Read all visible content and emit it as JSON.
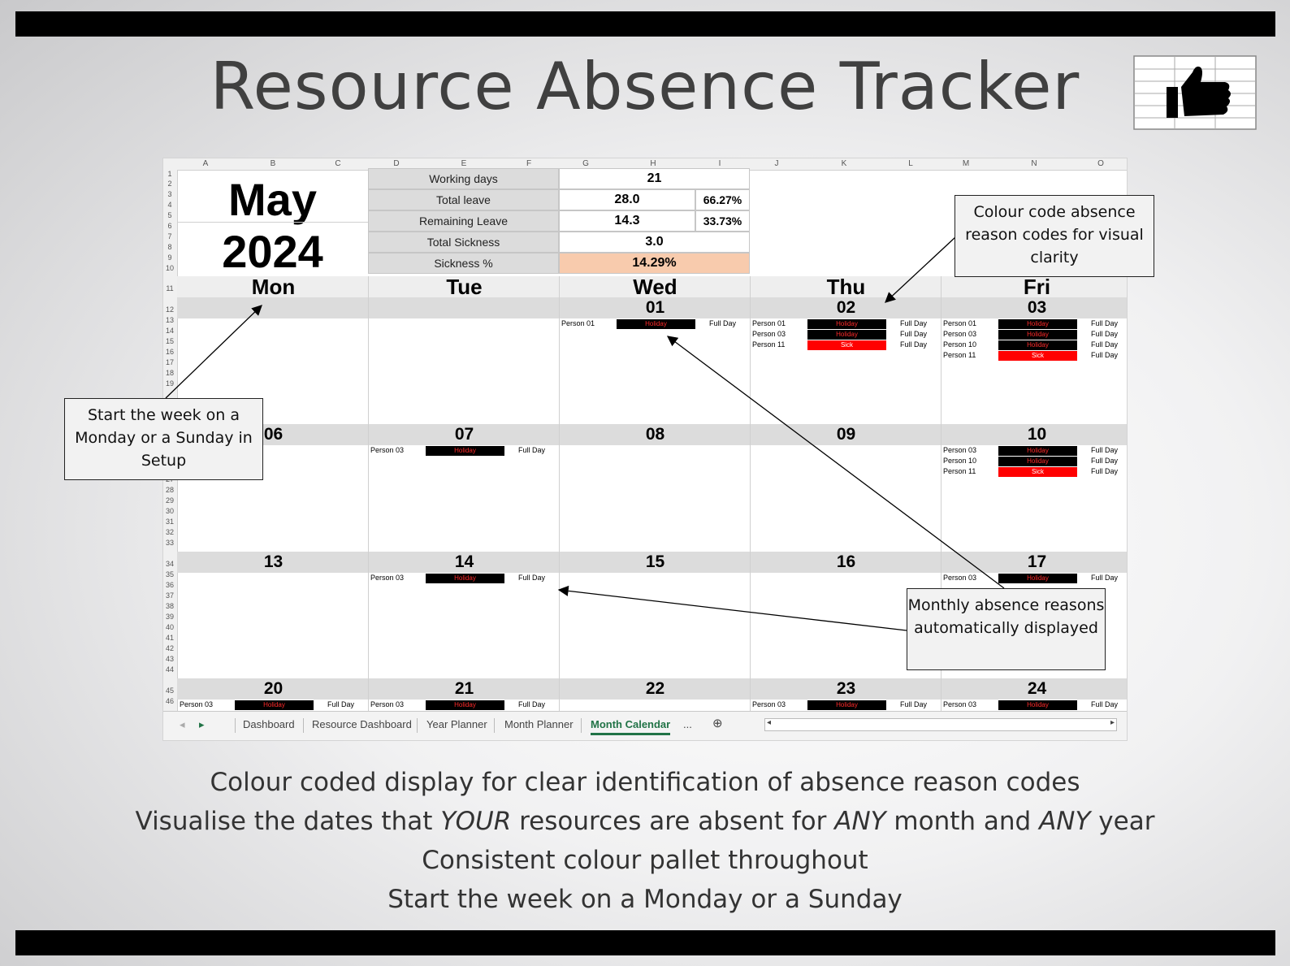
{
  "title": "Resource Absence Tracker",
  "sheet": {
    "columns": [
      "A",
      "B",
      "C",
      "D",
      "E",
      "F",
      "G",
      "H",
      "I",
      "J",
      "K",
      "L",
      "M",
      "N",
      "O"
    ],
    "rows": [
      "1",
      "2",
      "3",
      "4",
      "5",
      "6",
      "7",
      "8",
      "9",
      "10",
      "11",
      "12",
      "13",
      "14",
      "15",
      "16",
      "17",
      "18",
      "19",
      "27",
      "28",
      "29",
      "30",
      "31",
      "32",
      "33",
      "34",
      "35",
      "36",
      "37",
      "38",
      "39",
      "40",
      "41",
      "42",
      "43",
      "44",
      "45",
      "46"
    ],
    "month": "May",
    "year": "2024",
    "stats": {
      "working_days_label": "Working days",
      "working_days": "21",
      "total_leave_label": "Total leave",
      "total_leave": "28.0",
      "total_leave_pct": "66.27%",
      "remaining_leave_label": "Remaining Leave",
      "remaining_leave": "14.3",
      "remaining_leave_pct": "33.73%",
      "total_sickness_label": "Total Sickness",
      "total_sickness": "3.0",
      "sickness_pct_label": "Sickness %",
      "sickness_pct": "14.29%"
    },
    "days": [
      "Mon",
      "Tue",
      "Wed",
      "Thu",
      "Fri"
    ],
    "weeks": [
      [
        "",
        "",
        "01",
        "02",
        "03"
      ],
      [
        "06",
        "07",
        "08",
        "09",
        "10"
      ],
      [
        "13",
        "14",
        "15",
        "16",
        "17"
      ],
      [
        "20",
        "21",
        "22",
        "23",
        "24"
      ]
    ],
    "entries": {
      "w1_wed": [
        {
          "p": "Person 01",
          "c": "Holiday",
          "d": "Full Day"
        }
      ],
      "w1_thu": [
        {
          "p": "Person 01",
          "c": "Holiday",
          "d": "Full Day"
        },
        {
          "p": "Person 03",
          "c": "Holiday",
          "d": "Full Day"
        },
        {
          "p": "Person 11",
          "c": "Sick",
          "d": "Full Day"
        }
      ],
      "w1_fri": [
        {
          "p": "Person 01",
          "c": "Holiday",
          "d": "Full Day"
        },
        {
          "p": "Person 03",
          "c": "Holiday",
          "d": "Full Day"
        },
        {
          "p": "Person 10",
          "c": "Holiday",
          "d": "Full Day"
        },
        {
          "p": "Person 11",
          "c": "Sick",
          "d": "Full Day"
        }
      ],
      "w2_tue": [
        {
          "p": "Person 03",
          "c": "Holiday",
          "d": "Full Day"
        }
      ],
      "w2_fri": [
        {
          "p": "Person 03",
          "c": "Holiday",
          "d": "Full Day"
        },
        {
          "p": "Person 10",
          "c": "Holiday",
          "d": "Full Day"
        },
        {
          "p": "Person 11",
          "c": "Sick",
          "d": "Full Day"
        }
      ],
      "w3_tue": [
        {
          "p": "Person 03",
          "c": "Holiday",
          "d": "Full Day"
        }
      ],
      "w3_fri": [
        {
          "p": "Person 03",
          "c": "Holiday",
          "d": "Full Day"
        }
      ],
      "w4_mon": [
        {
          "p": "Person 03",
          "c": "Holiday",
          "d": "Full Day"
        }
      ],
      "w4_tue": [
        {
          "p": "Person 03",
          "c": "Holiday",
          "d": "Full Day"
        }
      ],
      "w4_thu": [
        {
          "p": "Person 03",
          "c": "Holiday",
          "d": "Full Day"
        }
      ],
      "w4_fri": [
        {
          "p": "Person 03",
          "c": "Holiday",
          "d": "Full Day"
        }
      ]
    },
    "tabs": [
      "Dashboard",
      "Resource Dashboard",
      "Year Planner",
      "Month Planner",
      "Month Calendar"
    ],
    "active_tab": "Month Calendar",
    "tabs_more": "...",
    "colors": {
      "holiday_bg": "#000000",
      "holiday_text": "#ff2a2a",
      "sick_bg": "#ff0000",
      "sick_text": "#ffffff",
      "accent": "#217346",
      "peach": "#f8cbad"
    }
  },
  "callouts": {
    "colour_code": "Colour code absence reason codes for visual clarity",
    "start_week": "Start the week on a Monday or a Sunday in Setup",
    "monthly": "Monthly absence reasons automatically displayed"
  },
  "captions": {
    "line1": "Colour coded display for clear identification of absence reason codes",
    "line2_a": "Visualise the dates that ",
    "line2_b": "YOUR",
    "line2_c": " resources are absent for ",
    "line2_d": "ANY",
    "line2_e": " month and ",
    "line2_f": "ANY",
    "line2_g": " year",
    "line3": "Consistent colour pallet throughout",
    "line4": "Start the week on a Monday or a Sunday"
  }
}
